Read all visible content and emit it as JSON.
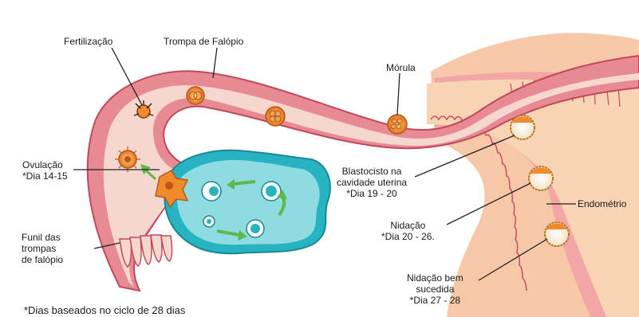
{
  "labels": {
    "fertilizacao": "Fertilização",
    "trompa": "Trompa de Falópio",
    "morula": "Mórula",
    "ovulacao": [
      "Ovulação",
      "*Dia 14-15"
    ],
    "blastocisto": [
      "Blastocisto na",
      "cavidade uterina",
      "*Dia 19 - 20"
    ],
    "endometrio": "Endométrio",
    "nidacao": [
      "Nidação",
      "*Dia 20 - 26."
    ],
    "funil": [
      "Funil das",
      "trompas",
      "de falópio"
    ],
    "nidacao_sucedida": [
      "Nidação bem",
      "sucedida",
      "*Dia 27 - 28"
    ],
    "footnote": "*Dias baseados no ciclo de 28 dias"
  },
  "colors": {
    "tube_wall": "#e88a94",
    "tube_outline": "#c0485a",
    "tube_lumen": "#f6d7cf",
    "uterus_tissue": "#f7c8a8",
    "endometrium": "#f3a6a6",
    "ovary": "#27b3c2",
    "ovary_inner": "#8fdbe2",
    "egg": "#f08a2c",
    "arrow_green": "#5fb848"
  }
}
